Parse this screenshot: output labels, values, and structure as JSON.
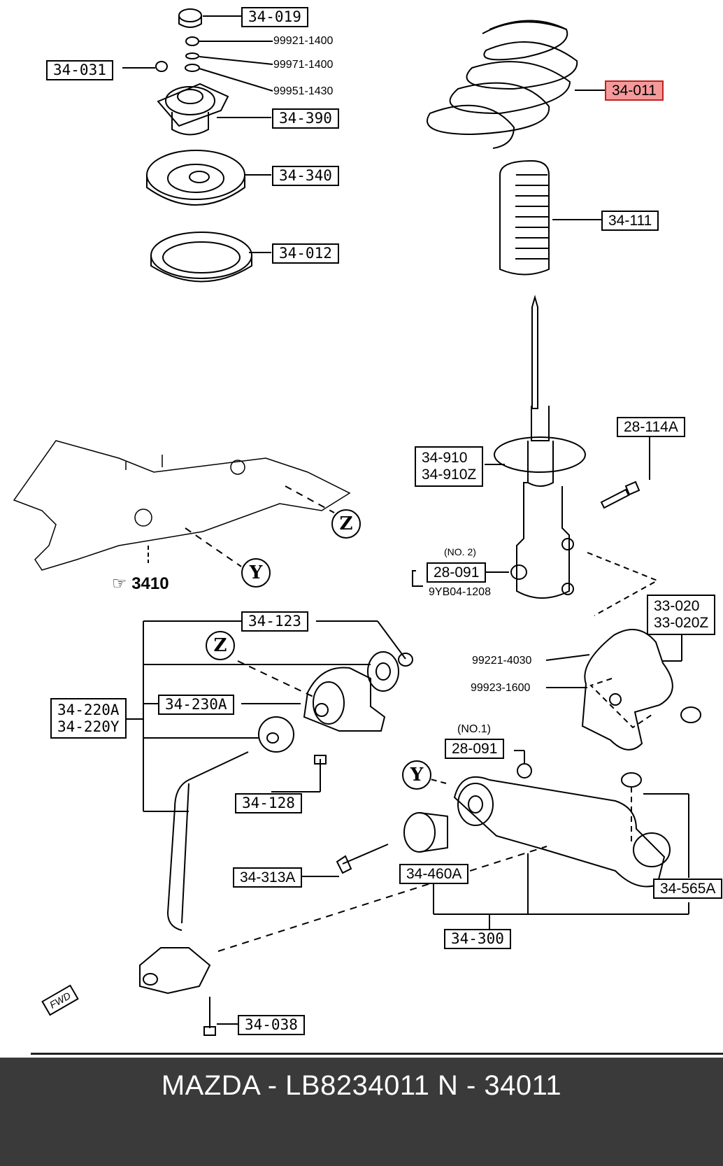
{
  "labels": {
    "p34019": "34-019",
    "p34031": "34-031",
    "p99921": "99921-1400",
    "p99971": "99971-1400",
    "p99951": "99951-1430",
    "p34390": "34-390",
    "p34340": "34-340",
    "p34012": "34-012",
    "p34011": "34-011",
    "p34111": "34-111",
    "p28114A": "28-114A",
    "p34910": "34-910",
    "p34910Z": "34-910Z",
    "no2": "(NO. 2)",
    "p28091a": "28-091",
    "p9YB04": "9YB04-1208",
    "p3410": "3410",
    "p33020": "33-020",
    "p33020Z": "33-020Z",
    "p99221": "99221-4030",
    "p99923": "99923-1600",
    "p34123": "34-123",
    "p34230A": "34-230A",
    "p34220A": "34-220A",
    "p34220Y": "34-220Y",
    "p34128": "34-128",
    "no1": "(NO.1)",
    "p28091b": "28-091",
    "p34313A": "34-313A",
    "p34460A": "34-460A",
    "p34565A": "34-565A",
    "p34300": "34-300",
    "p34038": "34-038",
    "circleZ": "Z",
    "circleY": "Y",
    "fwd": "FWD"
  },
  "highlight_color": "#f59a9a",
  "footer": {
    "text": "MAZDA - LB8234011    N - 34011",
    "background": "#3a3a3a"
  }
}
